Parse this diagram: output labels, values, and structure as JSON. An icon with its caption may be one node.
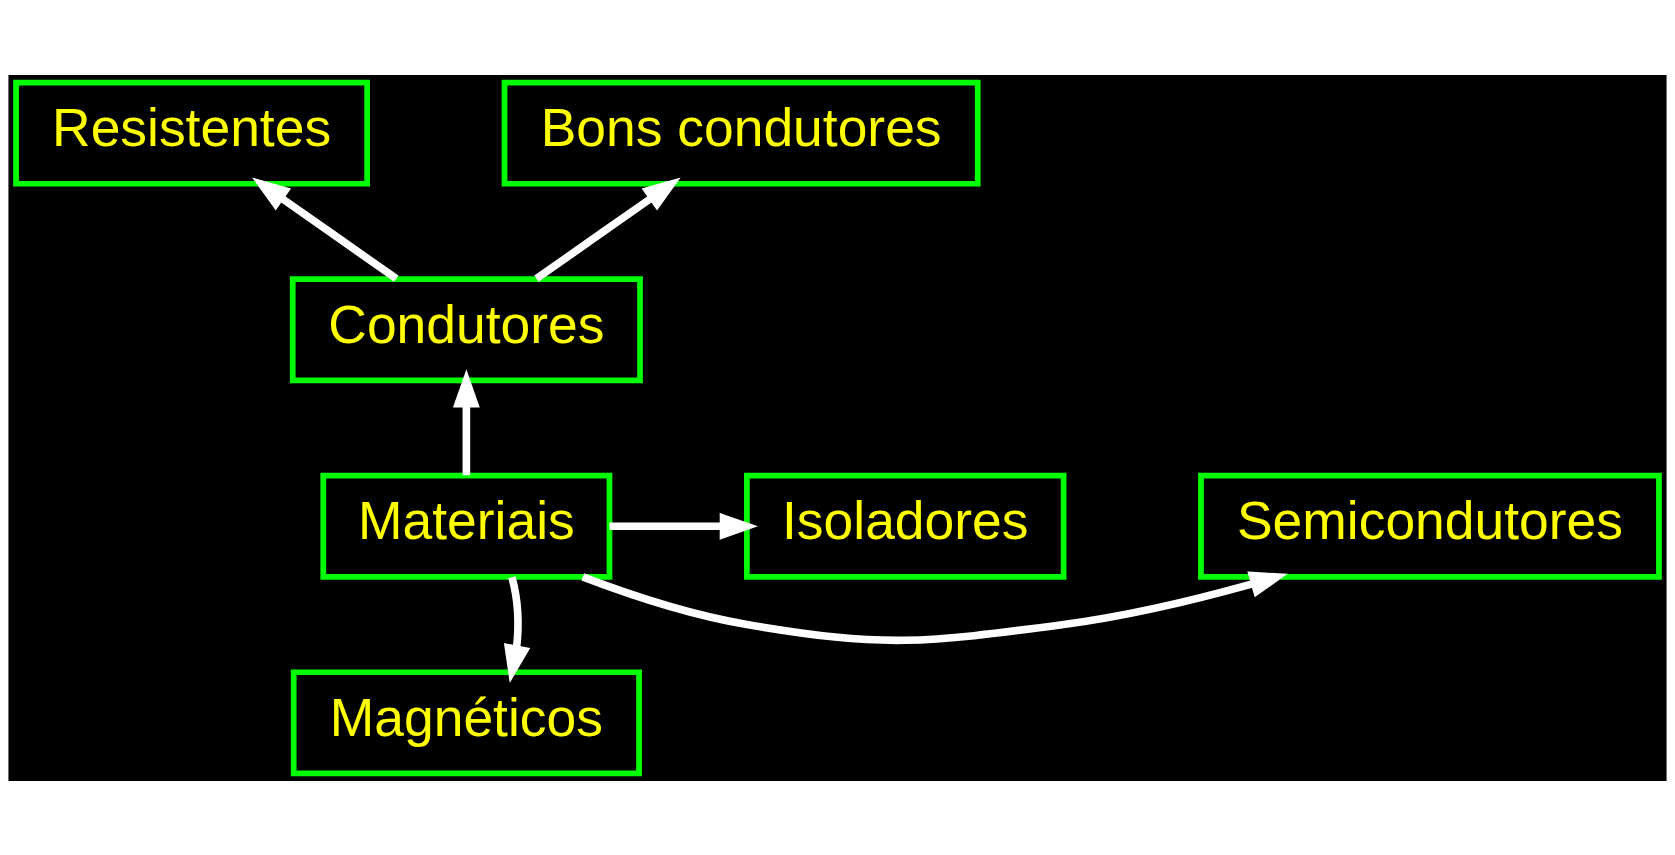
{
  "diagram": {
    "nodes": [
      {
        "text": [
          "Resistentes"
        ]
      },
      {
        "text": [
          "Bons condutores"
        ]
      },
      {
        "text": [
          "Condutores"
        ]
      },
      {
        "text": [
          "Semicondutores"
        ]
      },
      {
        "text": [
          "Materiais"
        ]
      },
      {
        "text": [
          "Isoladores"
        ]
      },
      {
        "text": [
          "Magnéticos"
        ]
      }
    ],
    "edges": [
      {
        "from": 2,
        "to": 0,
        "arrow": "to"
      },
      {
        "from": 2,
        "to": 1,
        "arrow": "to"
      },
      {
        "from": 4,
        "to": 2,
        "arrow": "to"
      },
      {
        "from": 4,
        "to": 3,
        "arrow": "to"
      },
      {
        "from": 4,
        "to": 5,
        "arrow": "to"
      },
      {
        "from": 4,
        "to": 6,
        "arrow": "to"
      }
    ]
  }
}
